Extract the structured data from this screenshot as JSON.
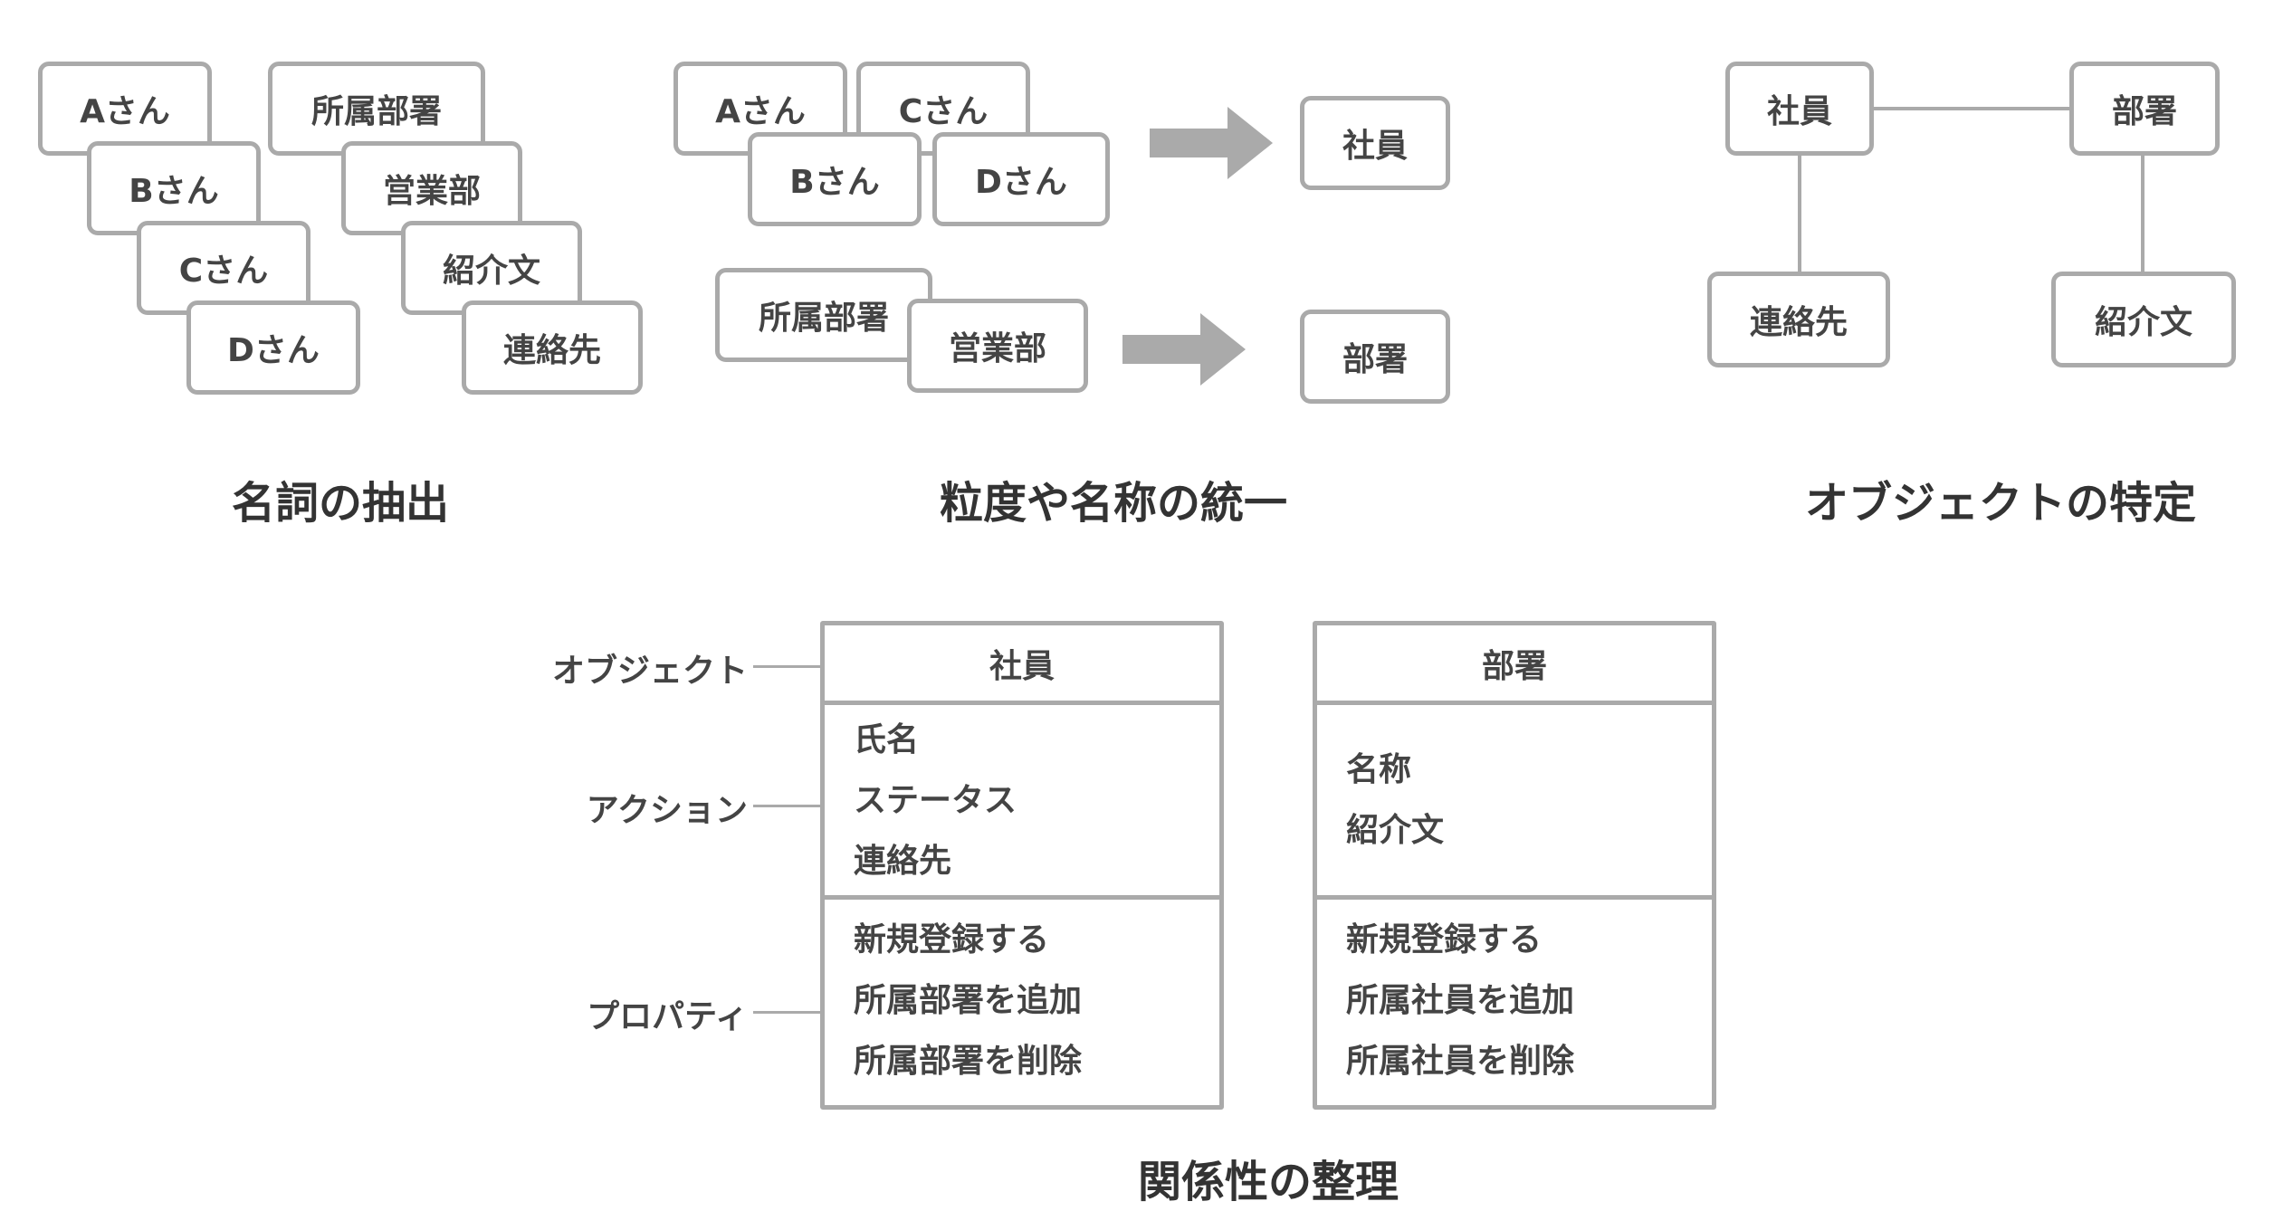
{
  "sections": {
    "extract": {
      "title": "名詞の抽出",
      "people": [
        "Aさん",
        "Bさん",
        "Cさん",
        "Dさん"
      ],
      "words": [
        "所属部署",
        "営業部",
        "紹介文",
        "連絡先"
      ]
    },
    "unify": {
      "title": "粒度や名称の統一",
      "people": [
        "Aさん",
        "Cさん",
        "Bさん",
        "Dさん"
      ],
      "people_result": "社員",
      "dept": [
        "所属部署",
        "営業部"
      ],
      "dept_result": "部署"
    },
    "identify": {
      "title": "オブジェクトの特定",
      "nodes": {
        "employee": "社員",
        "department": "部署",
        "contact": "連絡先",
        "intro": "紹介文"
      }
    },
    "relations": {
      "title": "関係性の整理",
      "labels": {
        "object": "オブジェクト",
        "action": "アクション",
        "property": "プロパティ"
      },
      "employee": {
        "name": "社員",
        "attrs": [
          "氏名",
          "ステータス",
          "連絡先"
        ],
        "ops": [
          "新規登録する",
          "所属部署を追加",
          "所属部署を削除"
        ]
      },
      "department": {
        "name": "部署",
        "attrs": [
          "名称",
          "紹介文"
        ],
        "ops": [
          "新規登録する",
          "所属社員を追加",
          "所属社員を削除"
        ]
      }
    }
  },
  "colors": {
    "border": "#aaaaaa",
    "text": "#444444",
    "arrow": "#aaaaaa"
  }
}
